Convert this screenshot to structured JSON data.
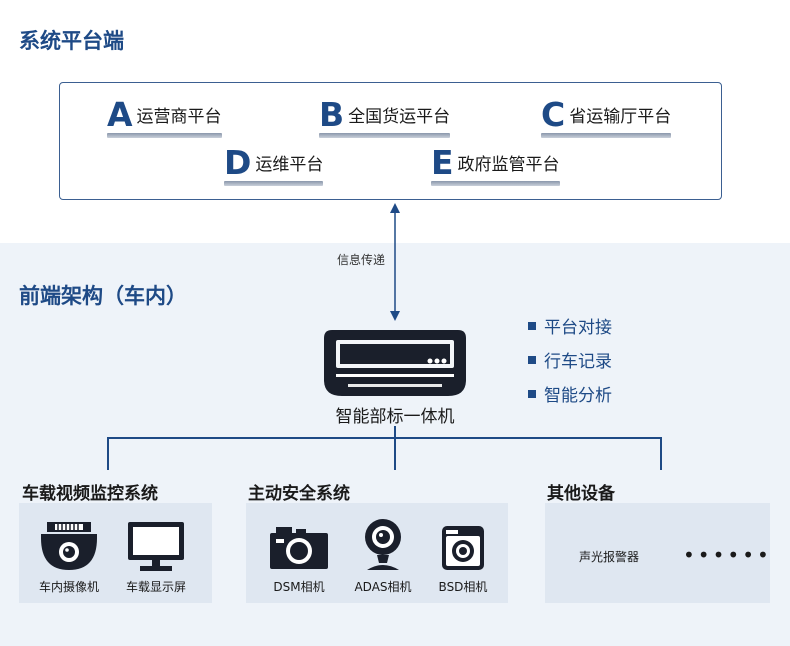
{
  "headings": {
    "system_platform": "系统平台端",
    "frontend": "前端架构（车内）"
  },
  "platforms": [
    {
      "letter": "A",
      "name": "运营商平台"
    },
    {
      "letter": "B",
      "name": "全国货运平台"
    },
    {
      "letter": "C",
      "name": "省运输厅平台"
    },
    {
      "letter": "D",
      "name": "运维平台"
    },
    {
      "letter": "E",
      "name": "政府监管平台"
    }
  ],
  "connection_label": "信息传递",
  "central_device": "智能部标一体机",
  "features": [
    "平台对接",
    "行车记录",
    "智能分析"
  ],
  "groups": [
    {
      "title": "车载视频监控系统",
      "items": [
        "车内摄像机",
        "车载显示屏"
      ]
    },
    {
      "title": "主动安全系统",
      "items": [
        "DSM相机",
        "ADAS相机",
        "BSD相机"
      ]
    },
    {
      "title": "其他设备",
      "items": [
        "声光报警器"
      ],
      "more": "••••••"
    }
  ],
  "colors": {
    "accent": "#1e4a86",
    "device": "#1a1f2b",
    "panel": "#dfe7f1",
    "background_lower": "#eef3f9"
  }
}
